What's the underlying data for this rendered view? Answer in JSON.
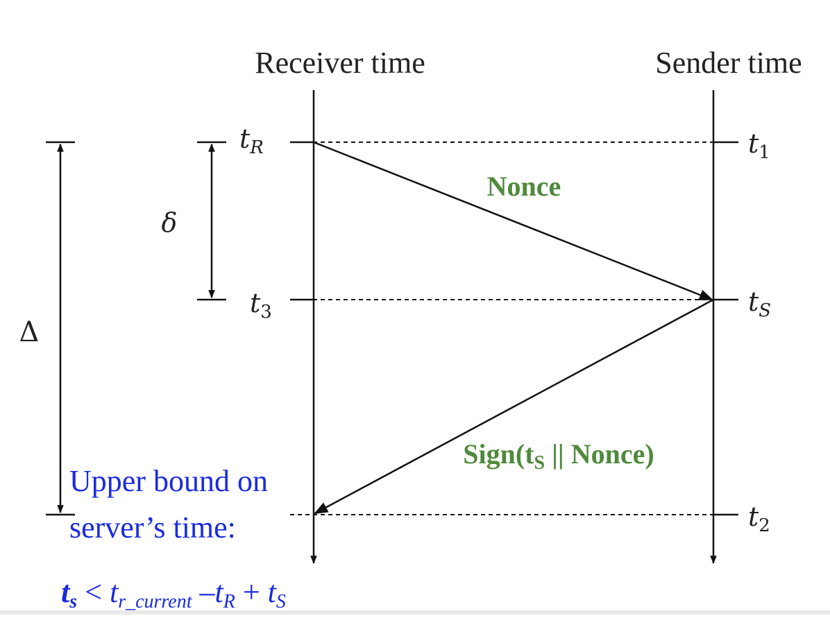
{
  "columns": {
    "receiver": "Receiver time",
    "sender": "Sender time"
  },
  "receiver_marks": {
    "t_R": {
      "base": "t",
      "sub": "R"
    },
    "t_3": {
      "base": "t",
      "sub": "3"
    }
  },
  "sender_marks": {
    "t_1": {
      "base": "t",
      "sub": "1"
    },
    "t_S": {
      "base": "t",
      "sub": "S"
    },
    "t_2": {
      "base": "t",
      "sub": "2"
    }
  },
  "interval_labels": {
    "delta_small": "δ",
    "delta_big": "Δ"
  },
  "messages": {
    "request": "Nonce",
    "response": {
      "prefix": "Sign(t",
      "sub": "S",
      "suffix": " || Nonce)"
    }
  },
  "note": {
    "line1": "Upper bound on",
    "line2": "server’s time:"
  },
  "formula": {
    "lhs_base": "t",
    "lhs_sub": "s",
    "lt": " < ",
    "t1_base": "t",
    "t1_sub": "r_current",
    "minus": " –",
    "t2_base": "t",
    "t2_sub": "R",
    "plus": " + ",
    "t3_base": "t",
    "t3_sub": "S"
  },
  "colors": {
    "message_text": "#4f8a3c",
    "note_text": "#1a2be0",
    "lines": "#111111"
  }
}
